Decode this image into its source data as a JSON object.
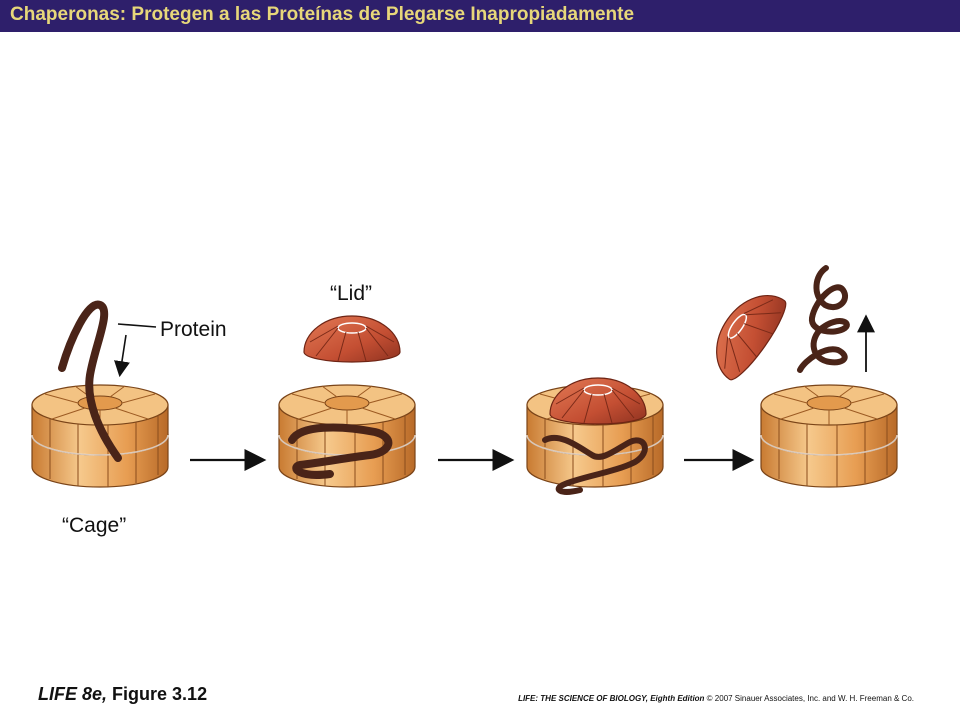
{
  "header": {
    "title": "Chaperonas: Protegen a las Proteínas de Plegarse Inapropiadamente"
  },
  "diagram": {
    "label_protein": "Protein",
    "label_lid": "“Lid”",
    "label_cage": "“Cage”"
  },
  "footer": {
    "figure_book": "LIFE 8e,",
    "figure_ref": "Figure 3.12",
    "credit_title": "LIFE: THE SCIENCE OF BIOLOGY, Eighth Edition",
    "credit_rest": "© 2007 Sinauer Associates, Inc. and W. H. Freeman & Co."
  },
  "colors": {
    "title_bg": "#2e1f6b",
    "title_text": "#e7d77a",
    "cage": "#e9a95a",
    "lid": "#c8553a",
    "protein": "#4a2418"
  }
}
